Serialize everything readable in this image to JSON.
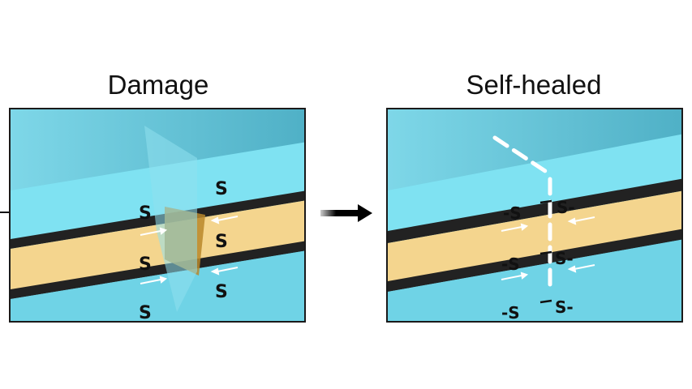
{
  "panels": {
    "damage": {
      "title": "Damage",
      "labels": [
        "S",
        "S",
        "S",
        "S",
        "S",
        "S"
      ]
    },
    "healed": {
      "title": "Self-healed",
      "labels": [
        "-S",
        "S-",
        "-S",
        "S-",
        "-S",
        "S-"
      ]
    }
  },
  "arrow": {
    "direction": "right"
  },
  "colors": {
    "cyan_top": "#6fd3e6",
    "cyan_light": "#7fe2f2",
    "cyan_dark": "#4eb4c9",
    "yellow": "#f4d58e",
    "black_layer": "#222222"
  }
}
